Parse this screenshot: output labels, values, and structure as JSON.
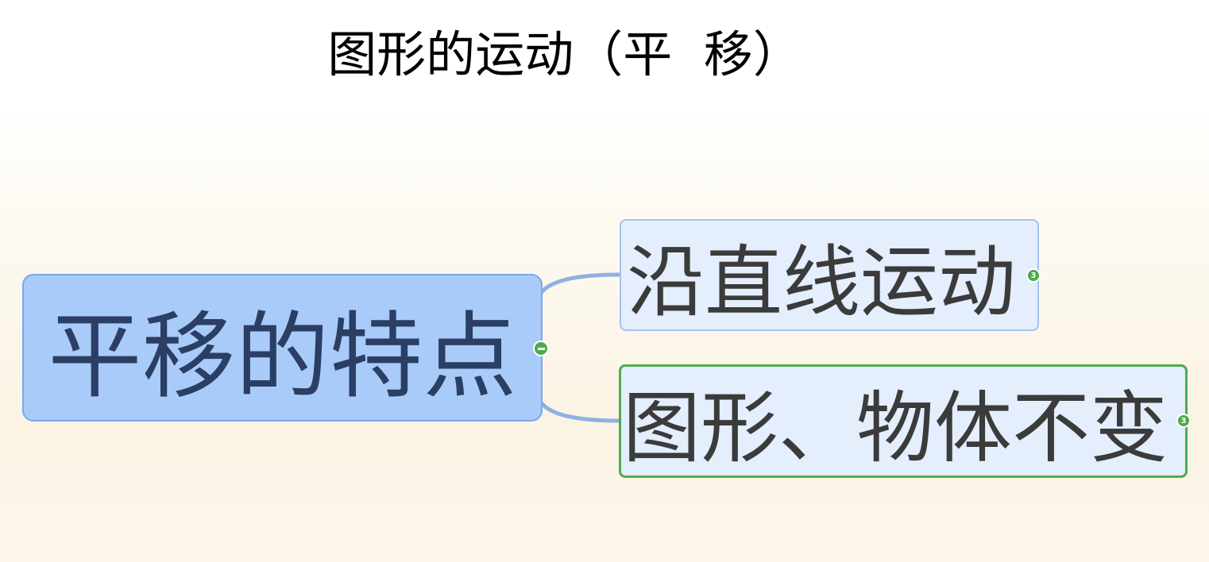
{
  "title": "图形的运动（平  移）",
  "mindmap": {
    "central": {
      "label": "平移的特点"
    },
    "branches": [
      {
        "label": "沿直线运动",
        "child_count": "3"
      },
      {
        "label": "图形、物体不变",
        "child_count": "3"
      }
    ]
  },
  "colors": {
    "central_fill": "#a9cbfa",
    "central_border": "#7ba7e8",
    "branch_fill": "#e4eefc",
    "branch_border": "#a4c2ef",
    "selected_border": "#4cae4c",
    "connector": "#8fb0e3",
    "badge": "#4aaa4a"
  },
  "icons": {
    "collapse": "minus-circle-icon",
    "count": "count-badge-icon"
  }
}
